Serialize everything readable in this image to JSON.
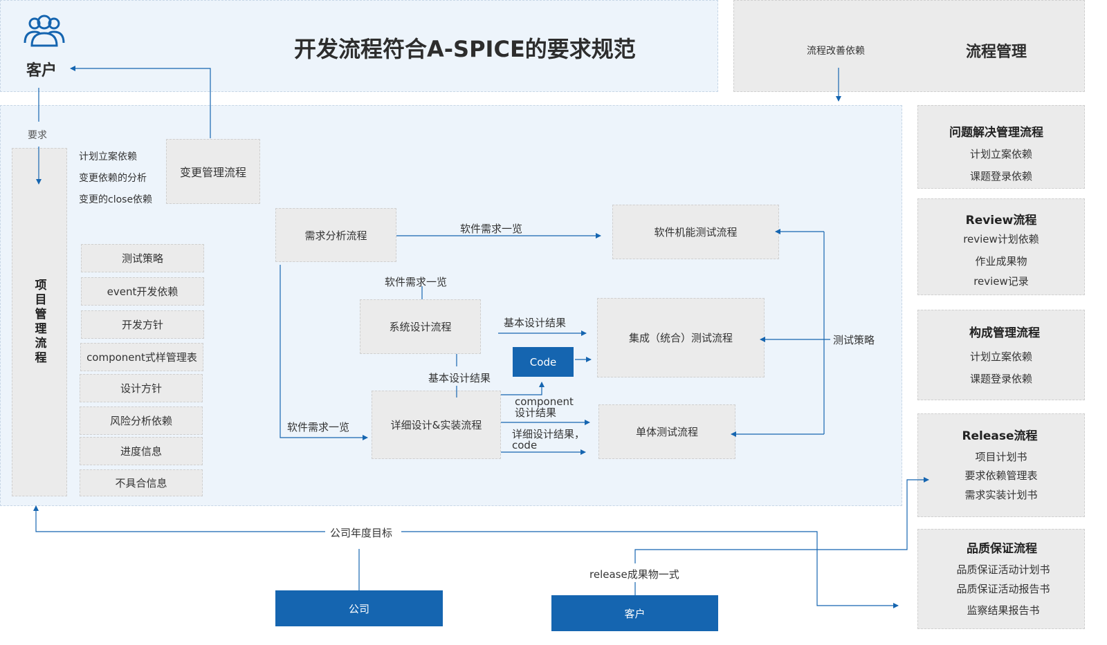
{
  "title": "开发流程符合A-SPICE的要求规范",
  "customer_top": {
    "label": "客户",
    "icon": "users-icon"
  },
  "process_mgmt": {
    "title": "流程管理",
    "improve_label": "流程改善依赖"
  },
  "requirement_label": "要求",
  "project_mgmt": "项目管理流程",
  "change": {
    "box": "变更管理流程",
    "notes": [
      "计划立案依赖",
      "变更依赖的分析",
      "变更的close依赖"
    ]
  },
  "project_items": [
    "测试策略",
    "event开发依赖",
    "开发方针",
    "component式样管理表",
    "设计方针",
    "风险分析依赖",
    "进度信息",
    "不具合信息"
  ],
  "flow": {
    "req_analysis": "需求分析流程",
    "sw_func_test": "软件机能测试流程",
    "sys_design": "系统设计流程",
    "integration_test": "集成（统合）测试流程",
    "code": "Code",
    "detail_design": "详细设计&实装流程",
    "unit_test": "单体测试流程",
    "sw_req_list_1": "软件需求一览",
    "sw_req_list_2": "软件需求一览",
    "sw_req_list_3": "软件需求一览",
    "basic_design_1": "基本设计结果",
    "basic_design_2": "基本设计结果",
    "component_result": [
      "component",
      "设计结果"
    ],
    "detail_result": [
      "详细设计结果，",
      "code"
    ],
    "test_strategy": "测试策略"
  },
  "side_panels": [
    {
      "title": "问题解决管理流程",
      "items": [
        "计划立案依赖",
        "课题登录依赖"
      ]
    },
    {
      "title": "Review流程",
      "items": [
        "review计划依赖",
        "作业成果物",
        "review记录"
      ]
    },
    {
      "title": "构成管理流程",
      "items": [
        "计划立案依赖",
        "课题登录依赖"
      ]
    },
    {
      "title": "Release流程",
      "items": [
        "项目计划书",
        "要求依赖管理表",
        "需求实装计划书"
      ]
    },
    {
      "title": "品质保证流程",
      "items": [
        "品质保证活动计划书",
        "品质保证活动报告书",
        "监察结果报告书"
      ]
    }
  ],
  "bottom": {
    "annual_goal": "公司年度目标",
    "company": "公司",
    "release_label": "release成果物一式",
    "customer": "客户"
  },
  "colors": {
    "accent": "#1565b0",
    "panel": "#edf4fb",
    "box": "#ebebeb"
  }
}
